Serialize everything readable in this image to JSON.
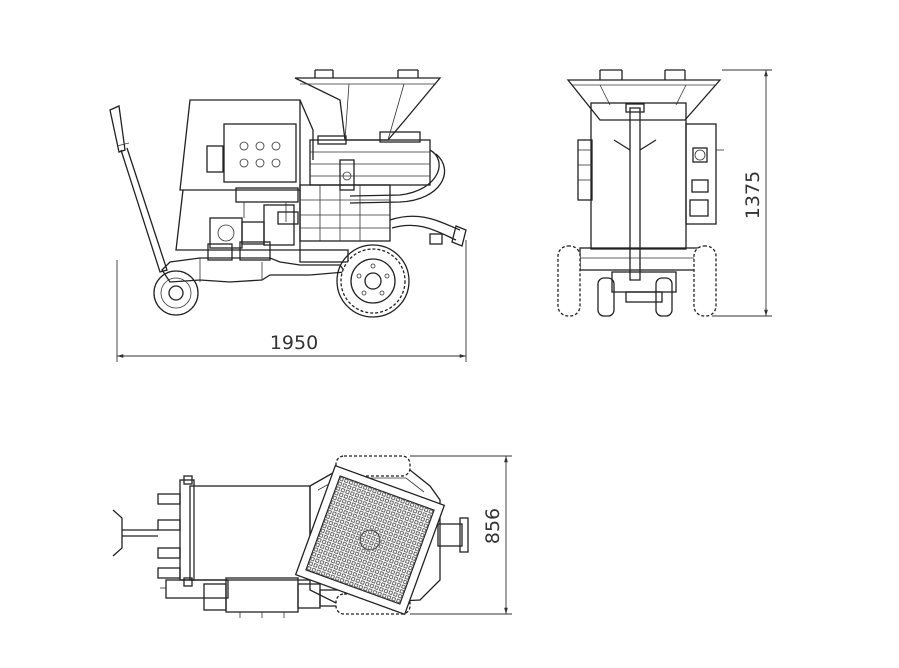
{
  "dimensions": {
    "length": "1950",
    "height": "1375",
    "width": "856"
  },
  "colors": {
    "line": "#222222",
    "background": "#ffffff"
  }
}
